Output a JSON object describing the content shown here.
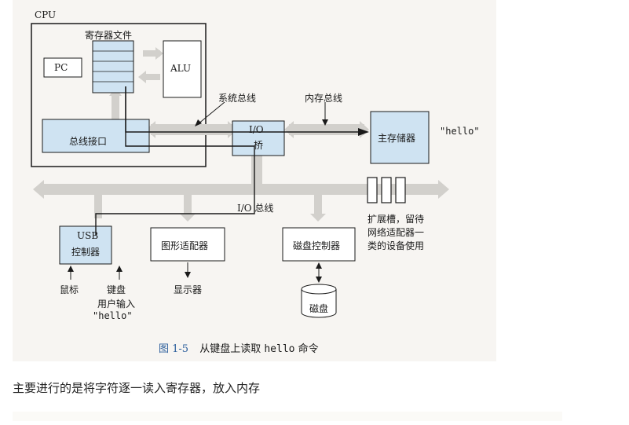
{
  "labels": {
    "cpu": "CPU",
    "register_file": "寄存器文件",
    "pc": "PC",
    "alu": "ALU",
    "system_bus": "系统总线",
    "memory_bus": "内存总线",
    "bus_interface": "总线接口",
    "io_bridge_line1": "I/O",
    "io_bridge_line2": "桥",
    "main_memory": "主存储器",
    "hello_string": "\"hello\"",
    "io_bus": "I/O 总线",
    "expansion_slots_line1": "扩展槽，留待",
    "expansion_slots_line2": "网络适配器一",
    "expansion_slots_line3": "类的设备使用",
    "usb_controller_line1": "USB",
    "usb_controller_line2": "控制器",
    "graphics_adapter": "图形适配器",
    "disk_controller": "磁盘控制器",
    "mouse": "鼠标",
    "keyboard": "键盘",
    "display": "显示器",
    "disk": "磁盘",
    "user_input_line1": "用户输入",
    "user_input_line2": "\"hello\""
  },
  "caption": {
    "figure_number": "图 1-5",
    "text_prefix": "从键盘上读取 ",
    "text_code": "hello",
    "text_suffix": " 命令"
  },
  "body_text": "主要进行的是将字符逐一读入寄存器，放入内存",
  "colors": {
    "box_fill": "#cfe3f2",
    "bus_gray": "#d2d0cc",
    "line_dark": "#1a1a1a",
    "caption_number": "#2b5e9c"
  }
}
